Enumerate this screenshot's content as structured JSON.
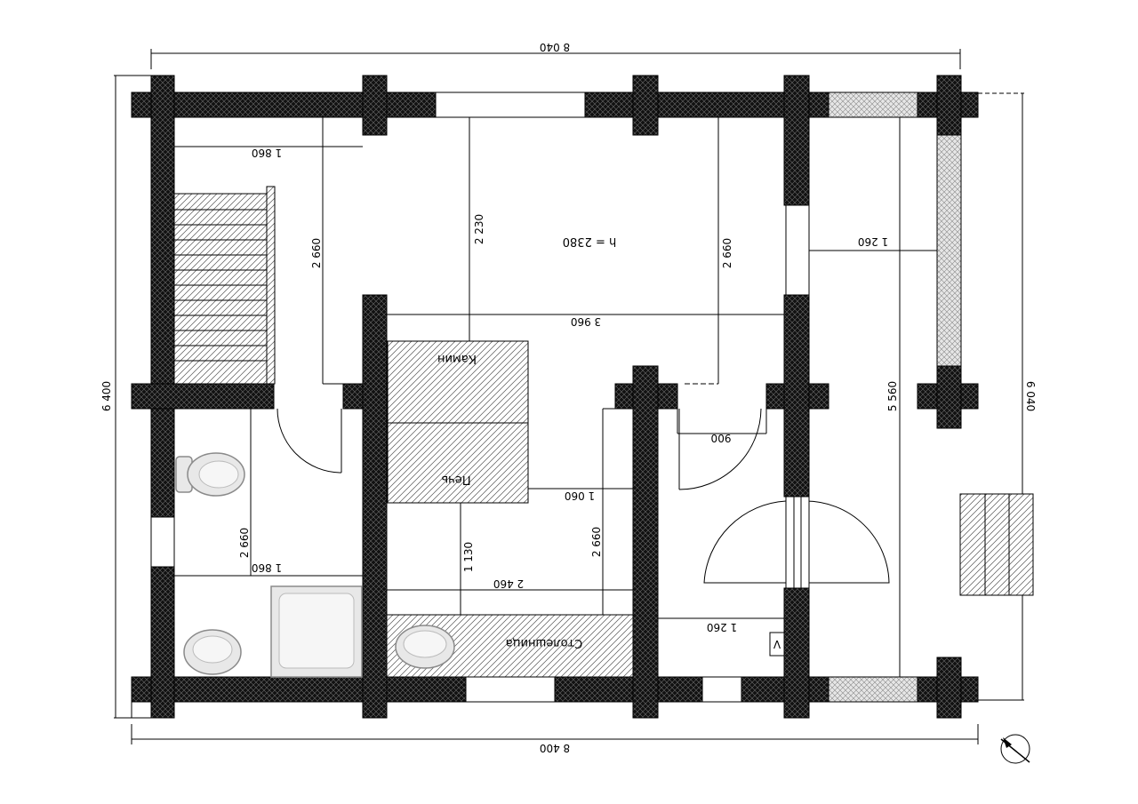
{
  "dimensions": {
    "top_total": "8 040",
    "bottom_total": "8 400",
    "left_total": "6 400",
    "right_total": "6 040",
    "stair_width": "1 860",
    "left_height": "2 660",
    "center_top_height": "2 230",
    "center_mid_height": "2 660",
    "hall_width": "3 960",
    "terrace_width": "1 260",
    "terrace_depth": "5 560",
    "door_width": "900",
    "stove_side": "1 060",
    "kitchen_height_a": "1 130",
    "kitchen_height_b": "2 660",
    "kitchen_width": "2 460",
    "bath_height": "2 660",
    "bath_width": "1 860",
    "entry_width": "1 260"
  },
  "labels": {
    "ceiling_height": "h = 2380",
    "fireplace": "Камин",
    "stove": "Печь",
    "countertop": "Столешница",
    "vent_mark": "V"
  }
}
